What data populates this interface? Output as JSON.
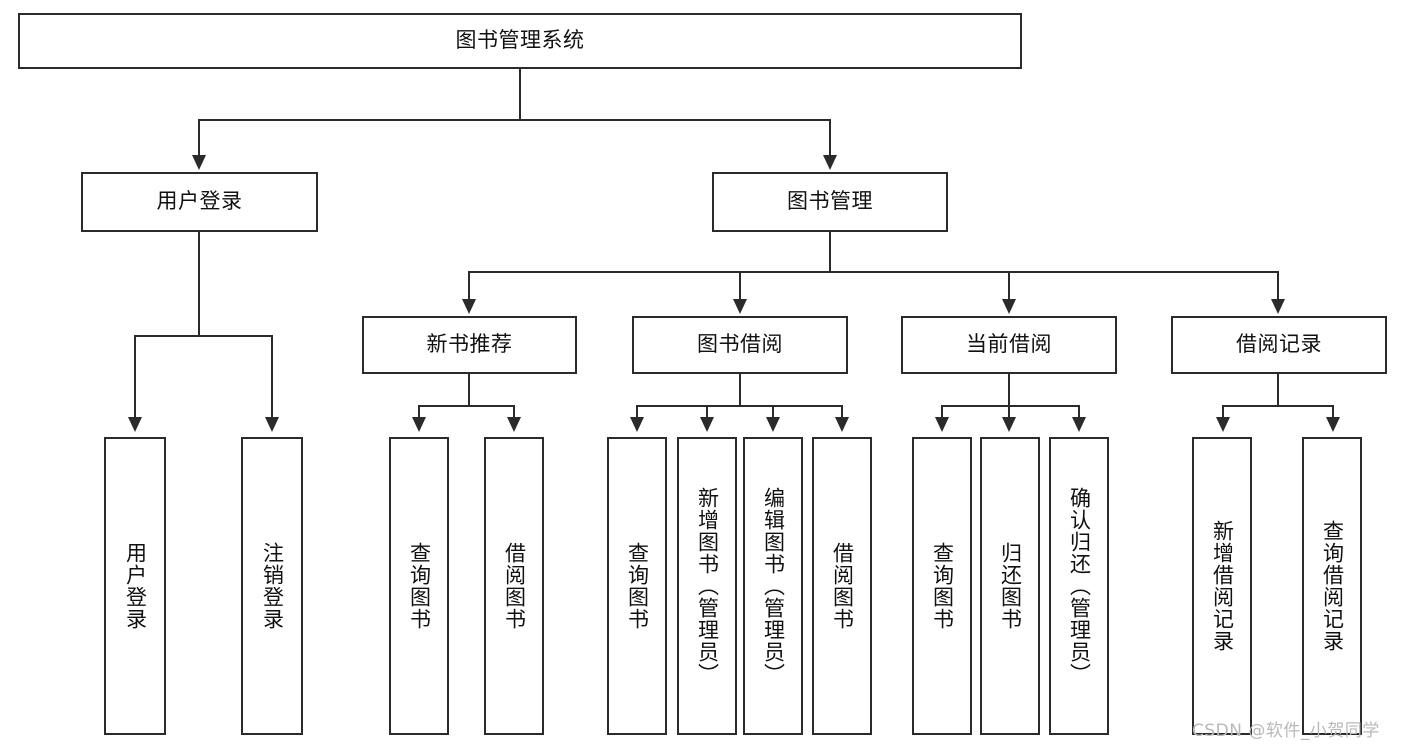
{
  "diagram": {
    "title": "图书管理系统",
    "type": "hierarchy-tree",
    "root": {
      "label": "图书管理系统"
    },
    "level2": [
      {
        "label": "用户登录"
      },
      {
        "label": "图书管理"
      }
    ],
    "level3": [
      {
        "label": "新书推荐"
      },
      {
        "label": "图书借阅"
      },
      {
        "label": "当前借阅"
      },
      {
        "label": "借阅记录"
      }
    ],
    "leaves": {
      "user_login": [
        {
          "label": "用户登录"
        },
        {
          "label": "注销登录"
        }
      ],
      "new_book_recommend": [
        {
          "label": "查询图书"
        },
        {
          "label": "借阅图书"
        }
      ],
      "book_borrow": [
        {
          "label": "查询图书"
        },
        {
          "label": "新增图书（管理员）"
        },
        {
          "label": "编辑图书（管理员）"
        },
        {
          "label": "借阅图书"
        }
      ],
      "current_borrow": [
        {
          "label": "查询图书"
        },
        {
          "label": "归还图书"
        },
        {
          "label": "确认归还（管理员）"
        }
      ],
      "borrow_record": [
        {
          "label": "新增借阅记录"
        },
        {
          "label": "查询借阅记录"
        }
      ]
    }
  },
  "watermark": {
    "text": "CSDN @软件_小贺同学"
  },
  "colors": {
    "stroke": "#2b2b2b",
    "fill": "#ffffff",
    "text": "#111111",
    "watermark": "#b9b9b9"
  }
}
